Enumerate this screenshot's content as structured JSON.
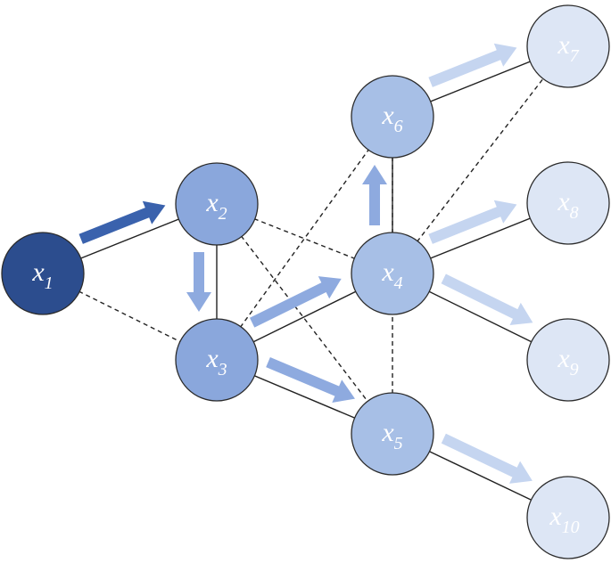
{
  "colors": {
    "level0": "#2c4d8e",
    "level1": "#8aa7dc",
    "level2": "#a7bfe6",
    "level3": "#dde6f5",
    "node_stroke": "#2b2b2b",
    "edge": "#222222",
    "arrow_dark": "#3a62ad",
    "arrow_mid": "#8eaadf",
    "arrow_light": "#c5d5f0"
  },
  "nodes": [
    {
      "id": "x1",
      "base": "x",
      "sub": "1",
      "level": 0
    },
    {
      "id": "x2",
      "base": "x",
      "sub": "2",
      "level": 1
    },
    {
      "id": "x3",
      "base": "x",
      "sub": "3",
      "level": 1
    },
    {
      "id": "x4",
      "base": "x",
      "sub": "4",
      "level": 2
    },
    {
      "id": "x5",
      "base": "x",
      "sub": "5",
      "level": 2
    },
    {
      "id": "x6",
      "base": "x",
      "sub": "6",
      "level": 2
    },
    {
      "id": "x7",
      "base": "x",
      "sub": "7",
      "level": 3
    },
    {
      "id": "x8",
      "base": "x",
      "sub": "8",
      "level": 3
    },
    {
      "id": "x9",
      "base": "x",
      "sub": "9",
      "level": 3
    },
    {
      "id": "x10",
      "base": "x",
      "sub": "10",
      "level": 3
    }
  ],
  "edges": [
    {
      "from": "x1",
      "to": "x2",
      "style": "solid"
    },
    {
      "from": "x1",
      "to": "x3",
      "style": "dashed"
    },
    {
      "from": "x2",
      "to": "x3",
      "style": "solid"
    },
    {
      "from": "x2",
      "to": "x4",
      "style": "dashed"
    },
    {
      "from": "x2",
      "to": "x5",
      "style": "dashed"
    },
    {
      "from": "x3",
      "to": "x4",
      "style": "solid"
    },
    {
      "from": "x3",
      "to": "x5",
      "style": "solid"
    },
    {
      "from": "x3",
      "to": "x6",
      "style": "dashed"
    },
    {
      "from": "x4",
      "to": "x6",
      "style": "solid"
    },
    {
      "from": "x4",
      "to": "x7",
      "style": "dashed"
    },
    {
      "from": "x4",
      "to": "x8",
      "style": "solid"
    },
    {
      "from": "x4",
      "to": "x9",
      "style": "solid"
    },
    {
      "from": "x5",
      "to": "x10",
      "style": "solid"
    },
    {
      "from": "x6",
      "to": "x7",
      "style": "solid"
    },
    {
      "from": "x6",
      "to": "x5",
      "style": "dashed"
    }
  ],
  "arrows": [
    {
      "from": "x1",
      "to": "x2",
      "tone": "dark"
    },
    {
      "from": "x2",
      "to": "x3",
      "tone": "mid"
    },
    {
      "from": "x3",
      "to": "x4",
      "tone": "mid"
    },
    {
      "from": "x3",
      "to": "x5",
      "tone": "mid"
    },
    {
      "from": "x4",
      "to": "x6",
      "tone": "mid"
    },
    {
      "from": "x4",
      "to": "x8",
      "tone": "light"
    },
    {
      "from": "x4",
      "to": "x9",
      "tone": "light"
    },
    {
      "from": "x5",
      "to": "x10",
      "tone": "light"
    },
    {
      "from": "x6",
      "to": "x7",
      "tone": "light"
    }
  ]
}
